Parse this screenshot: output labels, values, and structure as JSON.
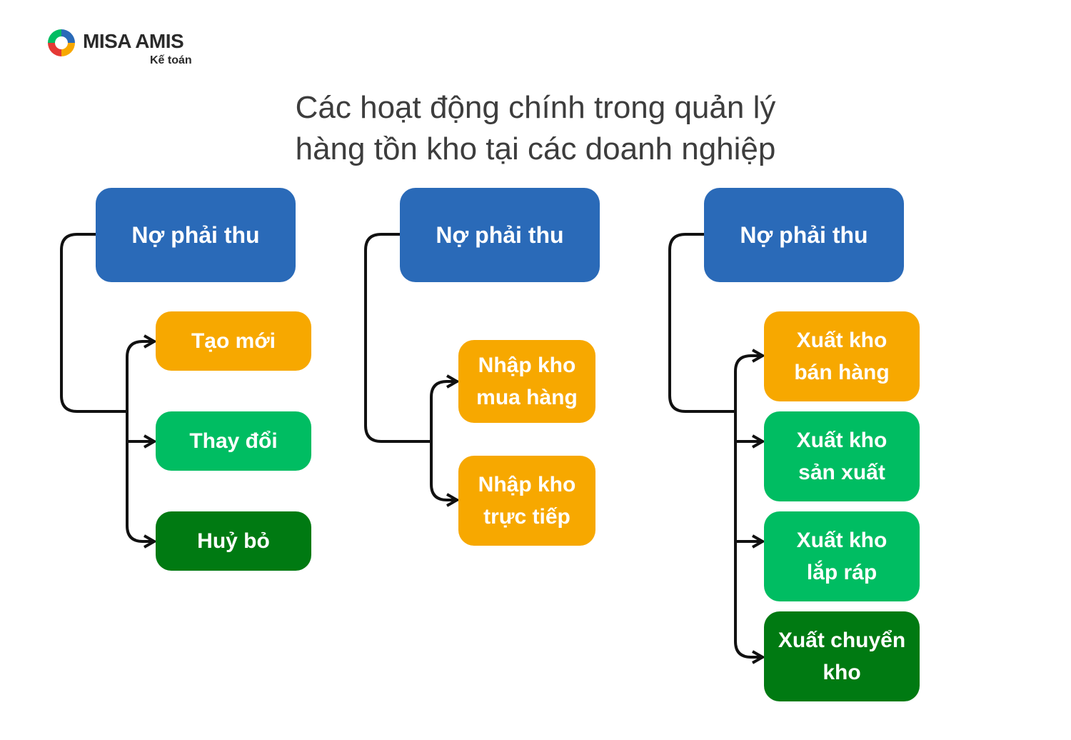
{
  "logo": {
    "name": "MISA AMIS",
    "sub": "Kế toán"
  },
  "title": {
    "line1": "Các hoạt động chính trong quản lý",
    "line2": "hàng tồn kho tại các doanh nghiệp"
  },
  "groups": [
    {
      "header": "Nợ phải thu",
      "items": [
        {
          "line1": "Tạo mới",
          "line2": ""
        },
        {
          "line1": "Thay đổi",
          "line2": ""
        },
        {
          "line1": "Huỷ bỏ",
          "line2": ""
        }
      ]
    },
    {
      "header": "Nợ phải thu",
      "items": [
        {
          "line1": "Nhập kho",
          "line2": "mua hàng"
        },
        {
          "line1": "Nhập kho",
          "line2": "trực tiếp"
        }
      ]
    },
    {
      "header": "Nợ phải thu",
      "items": [
        {
          "line1": "Xuất kho",
          "line2": "bán hàng"
        },
        {
          "line1": "Xuất kho",
          "line2": "sản xuất"
        },
        {
          "line1": "Xuất kho",
          "line2": "lắp ráp"
        },
        {
          "line1": "Xuất chuyển",
          "line2": "kho"
        }
      ]
    }
  ],
  "colors": {
    "header": "#2a6ab8",
    "orange": "#f7a800",
    "light_green": "#00bd62",
    "dark_green": "#007a12",
    "connector": "#111111",
    "title": "#3d3d3d"
  }
}
